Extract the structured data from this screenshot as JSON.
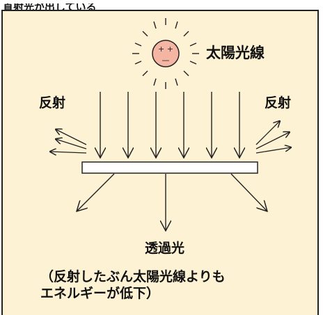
{
  "header": {
    "title": "直射光が出している"
  },
  "labels": {
    "sunlight": "太陽光線",
    "reflection_left": "反射",
    "reflection_right": "反射",
    "transmitted": "透過光"
  },
  "note": {
    "line1": "（反射したぶん太陽光線よりも",
    "line2": "エネルギーが低下）"
  },
  "sun_face": {
    "eyes": "+ +",
    "mouth": "—"
  },
  "colors": {
    "panel_bg": "#fdf2d4",
    "sun_fill": "#f4b5a2",
    "plate_fill": "#ffffff",
    "stroke": "#222222"
  }
}
